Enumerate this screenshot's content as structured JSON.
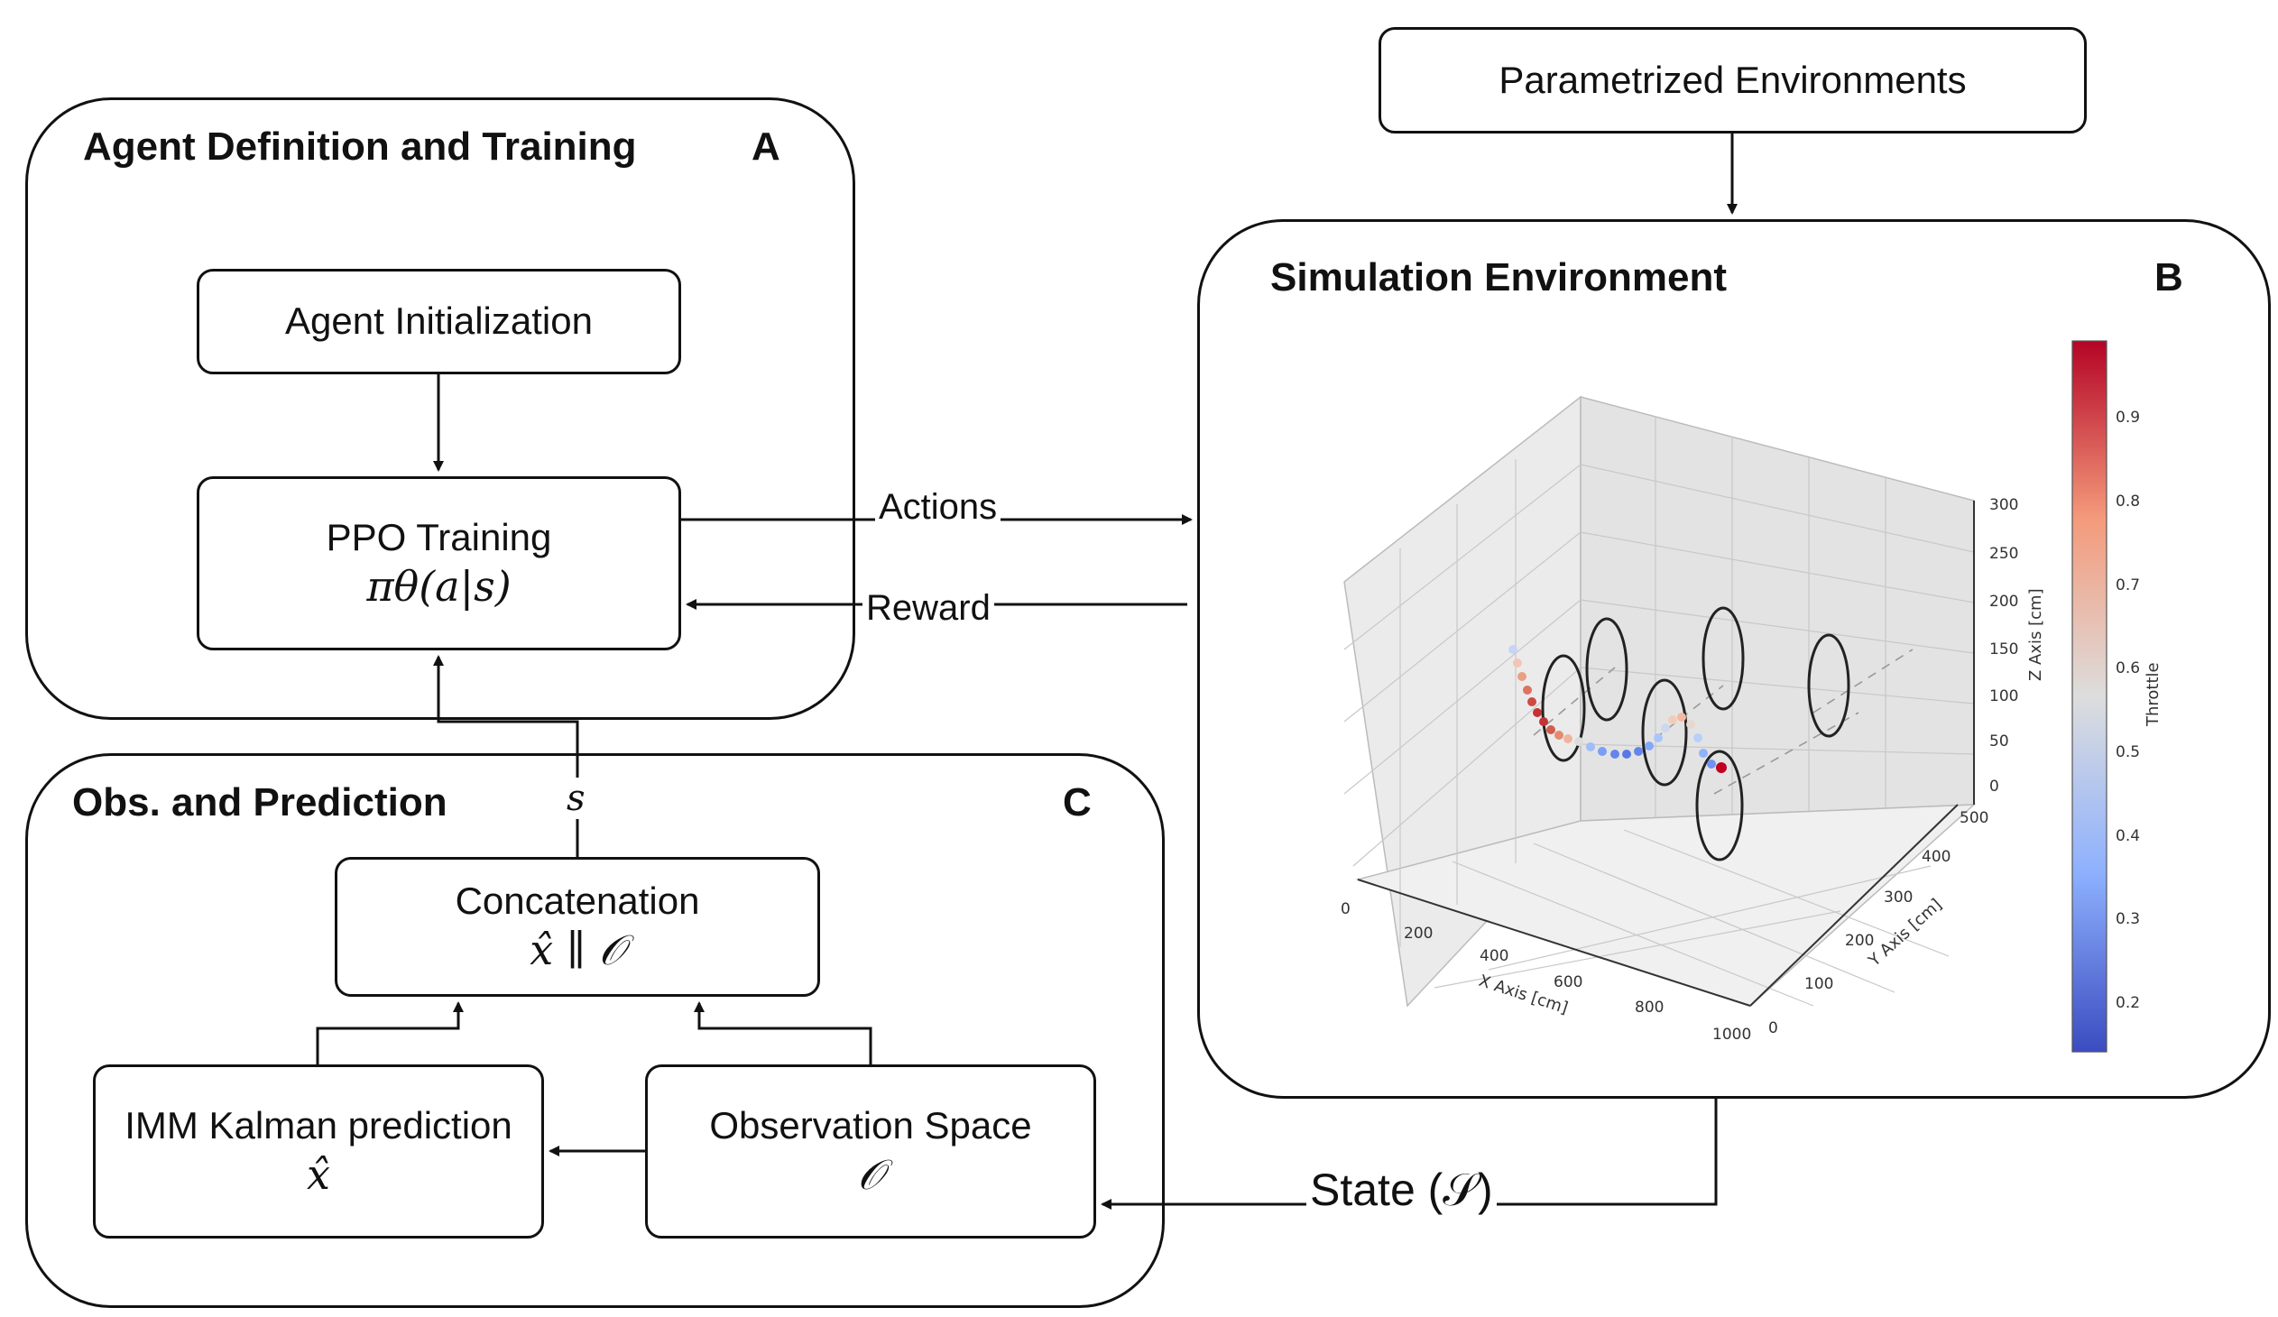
{
  "panels": {
    "a": {
      "title": "Agent Definition and Training",
      "letter": "A"
    },
    "b": {
      "title": "Simulation Environment",
      "letter": "B"
    },
    "c": {
      "title": "Obs. and Prediction",
      "letter": "C"
    }
  },
  "nodes": {
    "param_env": {
      "label": "Parametrized Environments"
    },
    "agent_init": {
      "label": "Agent Initialization"
    },
    "ppo": {
      "label": "PPO Training",
      "math": "πθ(a|s)"
    },
    "concat": {
      "label": "Concatenation",
      "math": "x̂ ∥ 𝒪"
    },
    "imm": {
      "label": "IMM Kalman prediction",
      "math": "x̂"
    },
    "obs_space": {
      "label": "Observation Space",
      "math": "𝒪"
    }
  },
  "edges": {
    "actions": "Actions",
    "reward": "Reward",
    "state": "State (𝒮)",
    "s": "s"
  },
  "plot": {
    "x_axis_label": "X Axis [cm]",
    "y_axis_label": "Y Axis [cm]",
    "z_axis_label": "Z Axis [cm]",
    "colorbar_label": "Throttle",
    "x_ticks": [
      "0",
      "200",
      "400",
      "600",
      "800",
      "1000"
    ],
    "y_ticks": [
      "0",
      "100",
      "200",
      "300",
      "400",
      "500"
    ],
    "z_ticks": [
      "0",
      "50",
      "100",
      "150",
      "200",
      "250",
      "300"
    ],
    "colorbar_ticks": [
      "0.2",
      "0.3",
      "0.4",
      "0.5",
      "0.6",
      "0.7",
      "0.8",
      "0.9"
    ],
    "colormap": [
      "#3b4cc0",
      "#8db0fe",
      "#dddddd",
      "#f49a7b",
      "#b40426"
    ],
    "grid": true
  }
}
